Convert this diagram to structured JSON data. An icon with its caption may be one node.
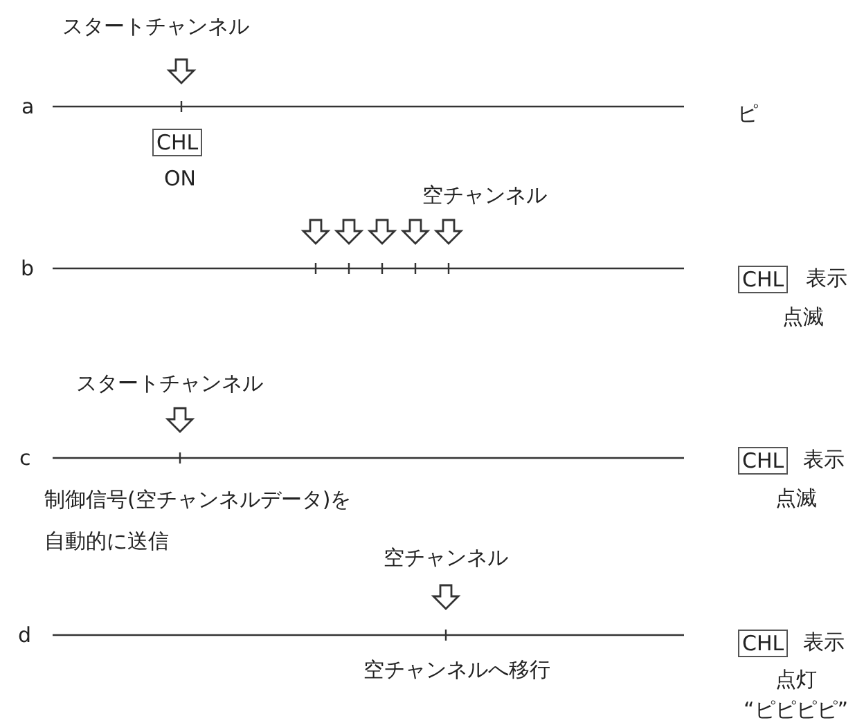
{
  "diagram": {
    "nodes": [
      {
        "text": [
          "CHL"
        ],
        "beside": [
          "ON"
        ]
      },
      {
        "text": [
          "CHL"
        ],
        "beside": [
          "表示",
          "点滅"
        ]
      },
      {
        "text": [
          "CHL"
        ],
        "beside": [
          "表示",
          "点滅"
        ]
      },
      {
        "text": [
          "CHL"
        ],
        "beside": [
          "表示",
          "点灯",
          "“ピピピピ”"
        ]
      }
    ],
    "edges": [],
    "labels": [
      "スタートチャンネル",
      "a",
      "ピ",
      "空チャンネル",
      "b",
      "スタートチャンネル",
      "c",
      "制御信号(空チャンネルデータ)を自動的に送信",
      "空チャンネル",
      "d",
      "空チャンネルへ移行"
    ]
  }
}
